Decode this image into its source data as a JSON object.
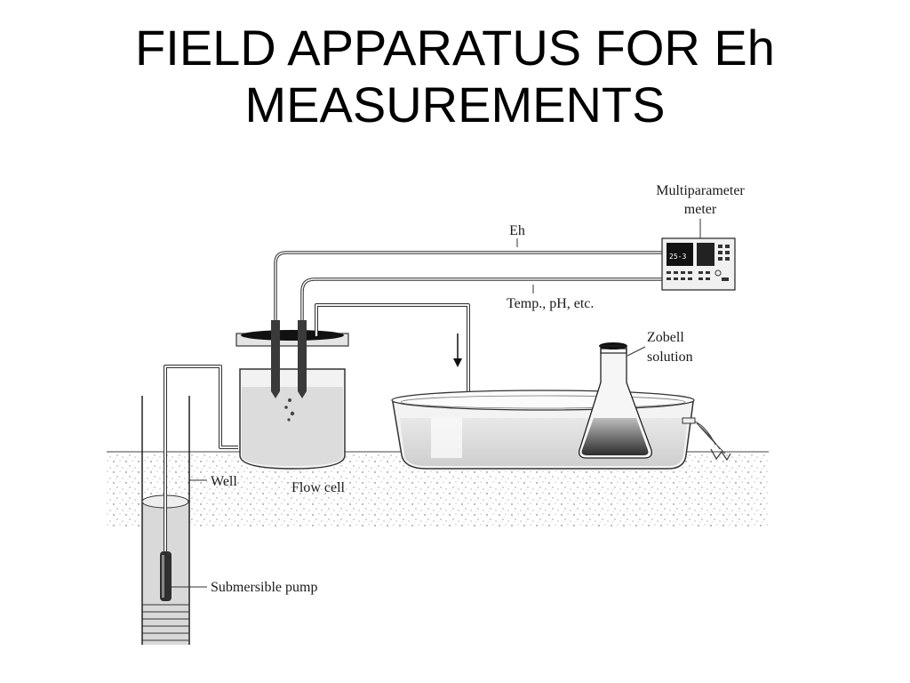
{
  "slide": {
    "title_line1": "FIELD APPARATUS FOR Eh",
    "title_line2": "MEASUREMENTS"
  },
  "labels": {
    "multiparameter_line1": "Multiparameter",
    "multiparameter_line2": "meter",
    "eh": "Eh",
    "temp_ph": "Temp., pH, etc.",
    "zobell_line1": "Zobell",
    "zobell_line2": "solution",
    "well": "Well",
    "flow_cell": "Flow cell",
    "submersible_pump": "Submersible pump",
    "meter_display": "25-3"
  }
}
